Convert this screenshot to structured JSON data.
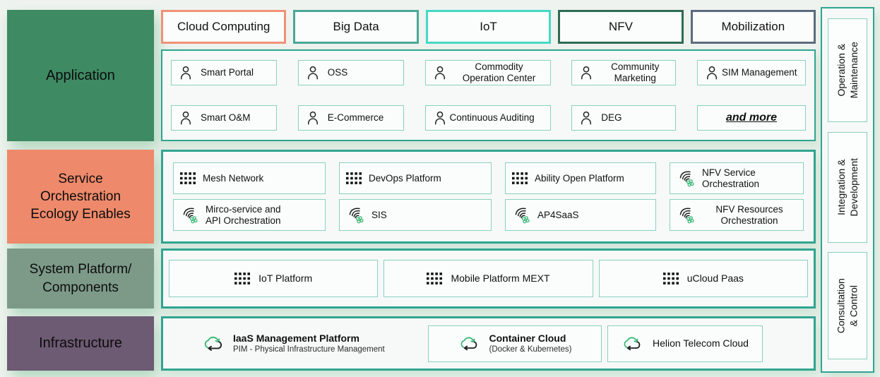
{
  "colors": {
    "canvas_bg": "#eff3ef",
    "container_border": "#30a491",
    "item_border": "#8ad0c0",
    "icon_green": "#3cb878"
  },
  "left_blocks": [
    {
      "label": "Application",
      "bg": "#3e8a63"
    },
    {
      "label": "Service\nOrchestration\nEcology Enables",
      "bg": "#ee8a6b"
    },
    {
      "label": "System Platform/\nComponents",
      "bg": "#7d9a89"
    },
    {
      "label": "Infrastructure",
      "bg": "#6d5a73"
    }
  ],
  "top_tabs": [
    {
      "label": "Cloud Computing",
      "border": "#ef9277"
    },
    {
      "label": "Big Data",
      "border": "#4aa896"
    },
    {
      "label": "IoT",
      "border": "#45d9c5"
    },
    {
      "label": "NFV",
      "border": "#2e6b52"
    },
    {
      "label": "Mobilization",
      "border": "#5c6b7c"
    }
  ],
  "application": {
    "row1": [
      {
        "label": "Smart Portal",
        "icon": "person-icon"
      },
      {
        "label": "OSS",
        "icon": "person-icon"
      },
      {
        "label": "Commodity\nOperation Center",
        "icon": "person-icon"
      },
      {
        "label": "Community\nMarketing",
        "icon": "person-icon"
      },
      {
        "label": "SIM Management",
        "icon": "person-icon"
      }
    ],
    "row2": [
      {
        "label": "Smart O&M",
        "icon": "person-icon"
      },
      {
        "label": "E-Commerce",
        "icon": "person-icon"
      },
      {
        "label": "Continuous Auditing",
        "icon": "person-icon"
      },
      {
        "label": "DEG",
        "icon": "person-icon"
      },
      {
        "label": "and more",
        "icon": null
      }
    ]
  },
  "service_orchestration": {
    "row1": [
      {
        "label": "Mesh Network",
        "icon": "grid-icon"
      },
      {
        "label": "DevOps Platform",
        "icon": "grid-icon"
      },
      {
        "label": "Ability Open Platform",
        "icon": "grid-icon"
      },
      {
        "label": "NFV Service\nOrchestration",
        "icon": "stream-icon"
      }
    ],
    "row2": [
      {
        "label": "Mirco-service and\nAPI Orchestration",
        "icon": "stream-icon"
      },
      {
        "label": "SIS",
        "icon": "stream-icon"
      },
      {
        "label": "AP4SaaS",
        "icon": "stream-icon"
      },
      {
        "label": "NFV Resources\nOrchestration",
        "icon": "stream-icon"
      }
    ]
  },
  "system_platform": {
    "items": [
      {
        "label": "IoT Platform",
        "icon": "grid-icon"
      },
      {
        "label": "Mobile Platform MEXT",
        "icon": "grid-icon"
      },
      {
        "label": "uCloud Paas",
        "icon": "grid-icon"
      }
    ]
  },
  "infrastructure": {
    "iaas": {
      "title": "IaaS Management Platform",
      "subtitle": "PIM - Physical Infrastructure Management",
      "icon": "cloud-sync-icon"
    },
    "container_cloud": {
      "title": "Container Cloud",
      "subtitle": "(Docker & Kubernetes)",
      "icon": "cloud-sync-icon"
    },
    "helion": {
      "title": "Helion Telecom Cloud",
      "icon": "cloud-sync-icon"
    }
  },
  "sidebar": [
    {
      "label": "Operation &\nMaintenance"
    },
    {
      "label": "Integration &\nDevelopment"
    },
    {
      "label": "Consultation & Control"
    }
  ]
}
